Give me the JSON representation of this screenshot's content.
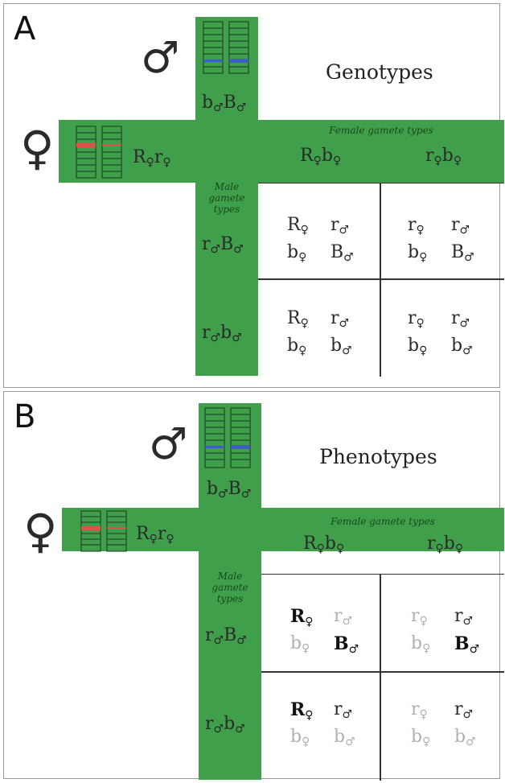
{
  "male_symbol": "♂",
  "female_symbol": "♀",
  "panels": [
    {
      "letter": "A",
      "title": "Genotypes",
      "male_genotype": [
        "b",
        "♂",
        "B",
        "♂"
      ],
      "female_genotype": [
        "R",
        "♀",
        "r",
        "♀"
      ],
      "female_gamete_label": "Female gamete types",
      "male_gamete_label": "Male gamete types",
      "female_gametes": [
        [
          "R",
          "♀",
          "b",
          "♀"
        ],
        [
          "r",
          "♀",
          "b",
          "♀"
        ]
      ],
      "male_gametes": [
        [
          "r",
          "♂",
          "B",
          "♂"
        ],
        [
          "r",
          "♂",
          "b",
          "♂"
        ]
      ],
      "cells": [
        [
          {
            "l": "R",
            "s": "♀",
            "st": ""
          },
          {
            "l": "r",
            "s": "♂",
            "st": ""
          },
          {
            "l": "b",
            "s": "♀",
            "st": ""
          },
          {
            "l": "B",
            "s": "♂",
            "st": ""
          }
        ],
        [
          {
            "l": "r",
            "s": "♀",
            "st": ""
          },
          {
            "l": "r",
            "s": "♂",
            "st": ""
          },
          {
            "l": "b",
            "s": "♀",
            "st": ""
          },
          {
            "l": "B",
            "s": "♂",
            "st": ""
          }
        ],
        [
          {
            "l": "R",
            "s": "♀",
            "st": ""
          },
          {
            "l": "r",
            "s": "♂",
            "st": ""
          },
          {
            "l": "b",
            "s": "♀",
            "st": ""
          },
          {
            "l": "b",
            "s": "♂",
            "st": ""
          }
        ],
        [
          {
            "l": "r",
            "s": "♀",
            "st": ""
          },
          {
            "l": "r",
            "s": "♂",
            "st": ""
          },
          {
            "l": "b",
            "s": "♀",
            "st": ""
          },
          {
            "l": "b",
            "s": "♂",
            "st": ""
          }
        ]
      ]
    },
    {
      "letter": "B",
      "title": "Phenotypes",
      "male_genotype": [
        "b",
        "♂",
        "B",
        "♂"
      ],
      "female_genotype": [
        "R",
        "♀",
        "r",
        "♀"
      ],
      "female_gamete_label": "Female gamete types",
      "male_gamete_label": "Male gamete types",
      "female_gametes": [
        [
          "R",
          "♀",
          "b",
          "♀"
        ],
        [
          "r",
          "♀",
          "b",
          "♀"
        ]
      ],
      "male_gametes": [
        [
          "r",
          "♂",
          "B",
          "♂"
        ],
        [
          "r",
          "♂",
          "b",
          "♂"
        ]
      ],
      "cells": [
        [
          {
            "l": "R",
            "s": "♀",
            "st": "bold"
          },
          {
            "l": "r",
            "s": "♂",
            "st": "light"
          },
          {
            "l": "b",
            "s": "♀",
            "st": "light"
          },
          {
            "l": "B",
            "s": "♂",
            "st": "bold"
          }
        ],
        [
          {
            "l": "r",
            "s": "♀",
            "st": "light"
          },
          {
            "l": "r",
            "s": "♂",
            "st": ""
          },
          {
            "l": "b",
            "s": "♀",
            "st": "light"
          },
          {
            "l": "B",
            "s": "♂",
            "st": "bold"
          }
        ],
        [
          {
            "l": "R",
            "s": "♀",
            "st": "bold"
          },
          {
            "l": "r",
            "s": "♂",
            "st": ""
          },
          {
            "l": "b",
            "s": "♀",
            "st": "light"
          },
          {
            "l": "b",
            "s": "♂",
            "st": "light"
          }
        ],
        [
          {
            "l": "r",
            "s": "♀",
            "st": "light"
          },
          {
            "l": "r",
            "s": "♂",
            "st": ""
          },
          {
            "l": "b",
            "s": "♀",
            "st": "light"
          },
          {
            "l": "b",
            "s": "♂",
            "st": "light"
          }
        ]
      ]
    }
  ],
  "colors": {
    "green": "#3f9f4a",
    "red_band": "#e0504a",
    "blue_band": "#3f5fbf"
  }
}
